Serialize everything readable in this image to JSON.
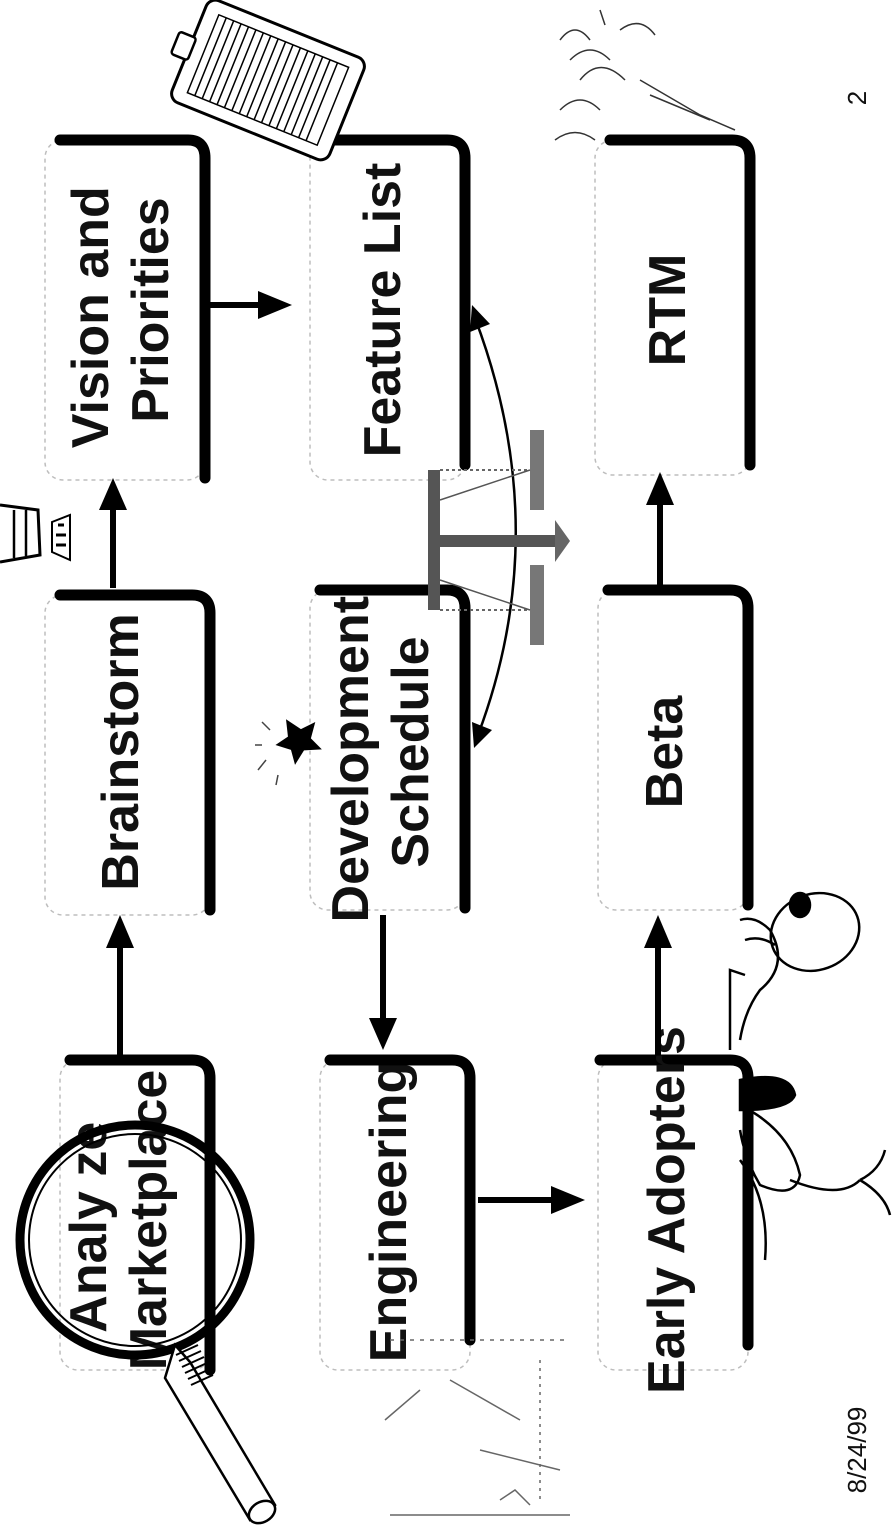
{
  "boxes": {
    "analyze_marketplace": [
      "Analy  ze",
      "Marketplace"
    ],
    "brainstorm": [
      "Brainstorm"
    ],
    "vision_priorities": [
      "Vision and",
      "Priorities"
    ],
    "engineering": [
      "Engineering"
    ],
    "development_schedule": [
      "Development",
      "Schedule"
    ],
    "feature_list": [
      "Feature List"
    ],
    "early_adopters": [
      "Early Adopters"
    ],
    "beta": [
      "Beta"
    ],
    "rtm": [
      "RTM"
    ]
  },
  "footer": {
    "date": "8/24/99",
    "page_number": "2"
  },
  "icons": [
    "magnifying-glass-icon",
    "clipboard-icon",
    "lighthouse-icon",
    "star-icon",
    "scale-icon",
    "ostrich-icon",
    "fireworks-icon",
    "blueprint-sketch-icon"
  ]
}
